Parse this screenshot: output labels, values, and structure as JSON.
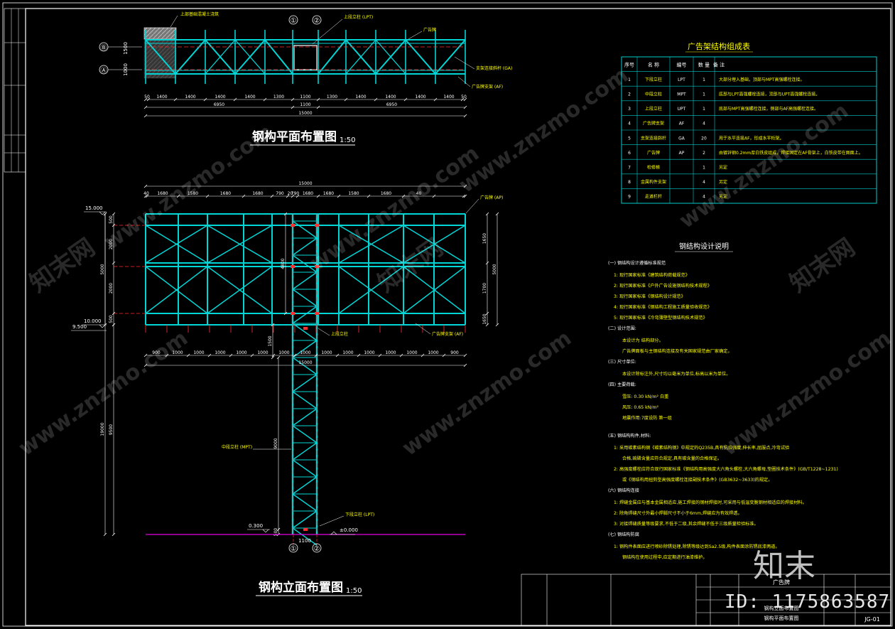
{
  "plan": {
    "title": "钢构平面布置图",
    "scale": "1:50",
    "axis_rows": [
      "Ⓑ",
      "Ⓐ"
    ],
    "axis_cols": [
      "①",
      "②"
    ],
    "side_dims": [
      "1500",
      "1000"
    ],
    "dims_top": [
      "50",
      "1400",
      "1400",
      "1400",
      "1400",
      "1300",
      "1100",
      "1300",
      "1400",
      "1400",
      "1400",
      "1400",
      "50"
    ],
    "dims_mid": [
      "6950",
      "1100",
      "6950"
    ],
    "dim_total": "15000",
    "labels": {
      "concrete": "上部基础混凝土浇筑",
      "upper_col": "上段立柱 (LPT)",
      "adboard": "广告牌",
      "brace": "支架连接斜杆 (GA)",
      "support": "广告牌支架 (AF)"
    }
  },
  "elevation": {
    "title": "钢构立面布置图",
    "scale": "1:50",
    "top_total": "15000",
    "top_dims": [
      "40",
      "1680",
      "1580",
      "1680",
      "1680",
      "790",
      "20",
      "790",
      "1680",
      "1680",
      "1580",
      "1680",
      "40"
    ],
    "bottom_dims": [
      "900",
      "1000",
      "1000",
      "1000",
      "1000",
      "1000",
      "1000",
      "1000",
      "1000",
      "1000",
      "1000",
      "1000",
      "1000",
      "1000",
      "900"
    ],
    "bottom_total": "15000",
    "left_dims": [
      "500",
      "2000",
      "2000",
      "500",
      "5000"
    ],
    "right_dims": [
      "1650",
      "1700",
      "1650",
      "5000"
    ],
    "mid_dims": [
      "4800",
      "1500",
      "9000",
      "500"
    ],
    "levels": [
      "15.000",
      "10.000",
      "9.500",
      "0.300",
      "±0.000"
    ],
    "column_dims": [
      "19000",
      "9500"
    ],
    "foot_dim": "1100",
    "labels": {
      "adboard": "广告牌 (AP)",
      "upper_col": "上段立柱",
      "support": "广告牌支架 (AF)",
      "mid_col": "中段立柱 (MPT)",
      "lower_col": "下段立柱 (LPT)"
    }
  },
  "table": {
    "title": "广告架结构组成表",
    "headers": [
      "序号",
      "名 称",
      "编号",
      "数 量",
      "备 注"
    ],
    "rows": [
      [
        "1",
        "下段立柱",
        "LPT",
        "1",
        "大部分埋入基础，顶部与MPT高强螺栓连接。"
      ],
      [
        "2",
        "中段立柱",
        "MPT",
        "1",
        "底部与LPT高强螺栓连接，顶部与UPT高强螺栓连接。"
      ],
      [
        "3",
        "上段立柱",
        "UPT",
        "1",
        "底部与MPT高强螺栓连接，侧部与AF高强螺栓连接。"
      ],
      [
        "4",
        "广告牌支架",
        "AF",
        "4",
        ""
      ],
      [
        "5",
        "支架连接斜杆",
        "GA",
        "20",
        "用于水平连接AF，形成水平桁架。"
      ],
      [
        "6",
        "广告牌",
        "AP",
        "2",
        "由镀锌钢0.2mm厚白铁皮组成，焊接固定在AF骨架上，白铁皮带在图面上。"
      ],
      [
        "7",
        "检修梯",
        "",
        "1",
        "另定"
      ],
      [
        "8",
        "金属构件支架",
        "",
        "4",
        "另定"
      ],
      [
        "9",
        "走道栏杆",
        "",
        "4",
        "另定"
      ]
    ]
  },
  "notes": {
    "title": "钢结构设计说明",
    "lines": [
      "(一) 钢结构设计遵循标准规范",
      "1: 现行国家标准《建筑结构荷载规范》",
      "2: 现行国家标准《户外广告设施钢结构技术规程》",
      "3: 现行国家标准《钢结构设计规范》",
      "4: 现行国家标准《钢结构工程施工质量验收规范》",
      "5: 现行国家标准《冷弯薄壁型钢结构技术规范》",
      "(二) 设计范围:",
      "本设计为 结构部分。",
      "广告牌面板与主钢结构连接及有关国家规范由厂家确定。",
      "(三) 尺寸单位:",
      "本设计除标注外,尺寸均以毫米为单位,标高以米为单位。",
      "(四) 主要荷载:",
      "雪压: 0.30 kN/m²  白重",
      "风压: 0.65 kN/m²",
      "地震作用:7度设防 第一组",
      "(五) 钢结构构件,材料:",
      "1: 采用碳素结构钢《碳素结构钢》中规定的Q235B,具有抗拉强度,伸长率,屈服点,冷弯试验",
      "合格,硫磷含量应符合规定,具有碳含量的合格保证。",
      "2: 高强度螺栓应符合现行国家标准《钢结构用高强度大六角头螺栓,大六角螺母,垫圈技术条件》(GB/T1228~1231)",
      "或《钢结构用扭剪型高强度螺栓连接副技术条件》(GB3632~3633)的规定。",
      "(六) 钢结构连接",
      "1: 焊缝金属应与基本金属相适应,施工焊接的钢材焊接时,可采用与低温变脆钢材相适应的焊接材料。",
      "2: 除角焊缝尺寸外最小焊脚尺寸不小于6mm,焊缝应为有效焊透。",
      "3: 对接焊缝质量等级要求,不低于二级,其余焊缝不低于三级质量检验标准。",
      "(七) 钢结构防腐",
      "1: 钢构件表面应进行喷砂除锈处理,除锈等级达到Sa2.5级,构件表面涂防锈底漆两道。",
      "钢结构在使用过程中,应定期进行油漆维护。"
    ]
  },
  "title_block": {
    "project": "广告牌",
    "drawing": "钢构立面布置图",
    "drawing2": "钢构平面布置图",
    "number": "JG-01"
  },
  "watermarks": {
    "small": [
      "www.znzmo.com",
      "知末网"
    ],
    "big": "知末",
    "id": "ID: 1175863587"
  },
  "colors": {
    "steel": "#00d6d6",
    "dim": "#ffffff",
    "axis": "#ff3030",
    "ground": "#e000e0",
    "frame": "#ffffff",
    "table_border": "#00cccc"
  }
}
